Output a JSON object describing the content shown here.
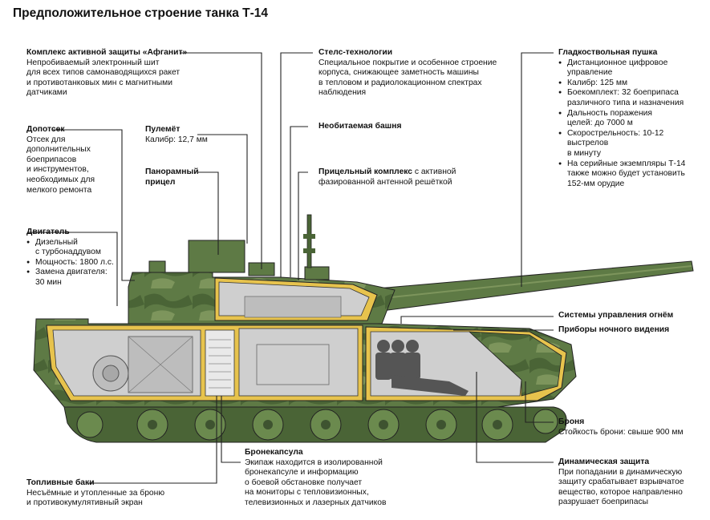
{
  "title": "Предположительное строение танка Т-14",
  "labels": {
    "afganit": {
      "heading": "Комплекс активной защиты «Афганит»",
      "text": "Непробиваемый электронный шит\nдля всех типов самонаводящихся ракет\nи противотанковых мин с магнитными\nдатчиками"
    },
    "dopotsek": {
      "heading": "Допотсек",
      "text": "Отсек для\nдополнительных\nбоеприпасов\nи инструментов,\nнеобходимых для\nмелкого ремонта"
    },
    "dvigatel": {
      "heading": "Двигатель",
      "items": [
        "Дизельный\nс турбонаддувом",
        "Мощность: 1800 л.с.",
        "Замена двигателя:\n30 мин"
      ]
    },
    "pulemet": {
      "heading": "Пулемёт",
      "text": "Калибр: 12,7 мм"
    },
    "pricel": {
      "heading": "Панорамный\nприцел"
    },
    "stels": {
      "heading": "Стелс-технологии",
      "text": "Специальное покрытие и особенное строение\nкорпуса, снижающее заметность машины\nв тепловом и радиолокационном спектрах\nнаблюдения"
    },
    "bashnya": {
      "heading": "Необитаемая башня"
    },
    "pricel_kompleks": {
      "heading": "Прицельный комплекс",
      "text_inline": " с активной",
      "text": "фазированной антенной решёткой"
    },
    "pushka": {
      "heading": "Гладкоствольная пушка",
      "items": [
        "Дистанционное цифровое управление",
        "Калибр: 125 мм",
        "Боекомплект: 32 боеприпаса\nразличного типа и назначения",
        "Дальность поражения\nцелей: до 7000 м",
        "Скорострельность: 10-12 выстрелов\nв минуту",
        "На серийные экземпляры Т-14\nтакже можно будет установить\n152-мм орудие"
      ]
    },
    "suo": {
      "heading": "Системы управления огнём"
    },
    "nochnoe": {
      "heading": "Приборы ночного видения"
    },
    "bronya": {
      "heading": "Броня",
      "text": "Стойкость брони: свыше 900 мм"
    },
    "dinamicheskaya": {
      "heading": "Динамическая защита",
      "text": "При попадании в динамическую\nзащиту срабатывает взрывчатое\nвещество, которое направленно\nразрушает боеприпасы"
    },
    "bronekapsula": {
      "heading": "Бронекапсула",
      "text": "Экипаж находится в изолированной\nбронекапсуле и информацию\nо боевой обстановке получает\nна мониторы с тепловизионных,\nтелевизионных и лазерных датчиков"
    },
    "toplivo": {
      "heading": "Топливные баки",
      "text": "Несъёмные и утопленные за броню\nи противокумулятивный экран"
    }
  },
  "colors": {
    "hull_green": "#5e7a45",
    "hull_dark": "#3e5330",
    "hull_light": "#8fa56d",
    "stripe_yellow": "#e7c34d",
    "interior": "#c9c9c9",
    "line": "#222222"
  }
}
